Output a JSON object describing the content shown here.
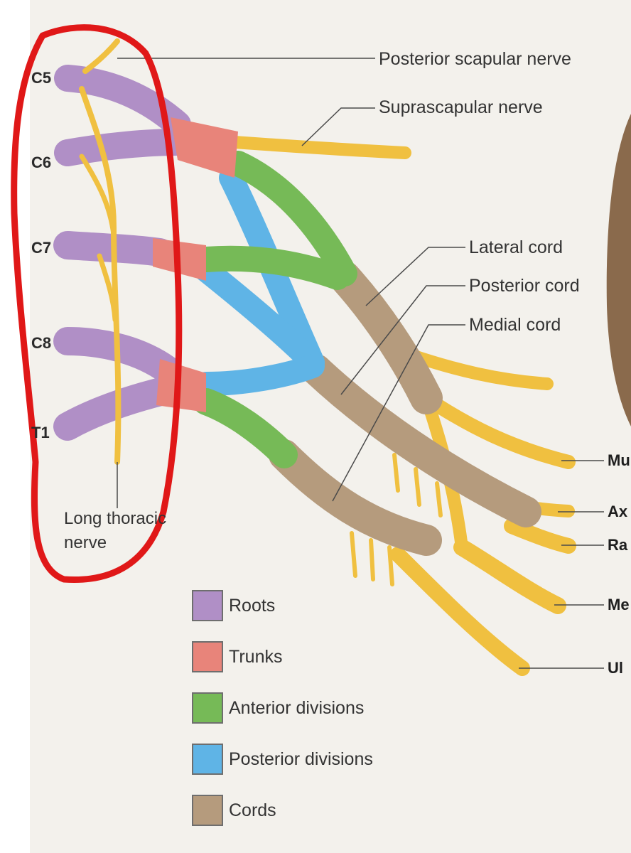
{
  "roots": [
    "C5",
    "C6",
    "C7",
    "C8",
    "T1"
  ],
  "nerve_labels": {
    "posterior_scapular": "Posterior scapular nerve",
    "suprascapular": "Suprascapular nerve",
    "lateral_cord": "Lateral cord",
    "posterior_cord": "Posterior cord",
    "medial_cord": "Medial cord",
    "long_thoracic_line1": "Long thoracic",
    "long_thoracic_line2": "nerve"
  },
  "terminal_branches": [
    "Mu",
    "Ax",
    "Ra",
    "Me",
    "Ul"
  ],
  "legend": [
    {
      "label": "Roots",
      "color": "#b08fc6"
    },
    {
      "label": "Trunks",
      "color": "#e8847a"
    },
    {
      "label": "Anterior divisions",
      "color": "#76ba57"
    },
    {
      "label": "Posterior divisions",
      "color": "#5fb4e6"
    },
    {
      "label": "Cords",
      "color": "#b59b7d"
    }
  ],
  "colors": {
    "background": "#f3f1ec",
    "nerve_yellow": "#f0c040",
    "annotation_circle": "#e01818"
  }
}
